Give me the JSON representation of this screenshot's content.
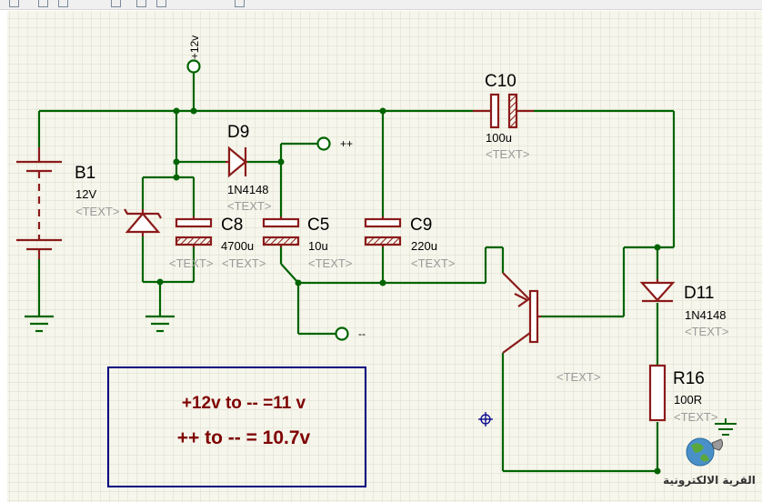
{
  "toolbar": {
    "icons": [
      "toolbar-icon",
      "toolbar-icon",
      "toolbar-icon",
      "toolbar-icon",
      "toolbar-icon",
      "toolbar-icon",
      "toolbar-icon"
    ]
  },
  "power": {
    "supply_label": "+12v",
    "plus_label": "++",
    "minus_label": "--"
  },
  "components": {
    "B1": {
      "ref": "B1",
      "value": "12V",
      "text": "<TEXT>"
    },
    "D9": {
      "ref": "D9",
      "value": "1N4148",
      "text": "<TEXT>"
    },
    "C8": {
      "ref": "C8",
      "value": "4700u",
      "text": "<TEXT>"
    },
    "C5": {
      "ref": "C5",
      "value": "10u",
      "text": "<TEXT>"
    },
    "C9": {
      "ref": "C9",
      "value": "220u",
      "text": "<TEXT>"
    },
    "C10": {
      "ref": "C10",
      "value": "100u",
      "text": "<TEXT>"
    },
    "D11": {
      "ref": "D11",
      "value": "1N4148",
      "text": "<TEXT>"
    },
    "R16": {
      "ref": "R16",
      "value": "100R",
      "text": "<TEXT>"
    },
    "Q1": {
      "text": "<TEXT>"
    }
  },
  "note": {
    "line1": "+12v to -- =11 v",
    "line2": "++ to --  = 10.7v"
  },
  "watermark": {
    "text": "القرية الالكترونية"
  },
  "colors": {
    "wire": "#006400",
    "component": "#8b1a1a",
    "label": "#000000",
    "placeholder": "#9a9a9a",
    "note_border": "#00007f",
    "note_text": "#7f0000",
    "grid": "#d9dccb",
    "sheet": "#f6f6ec"
  }
}
